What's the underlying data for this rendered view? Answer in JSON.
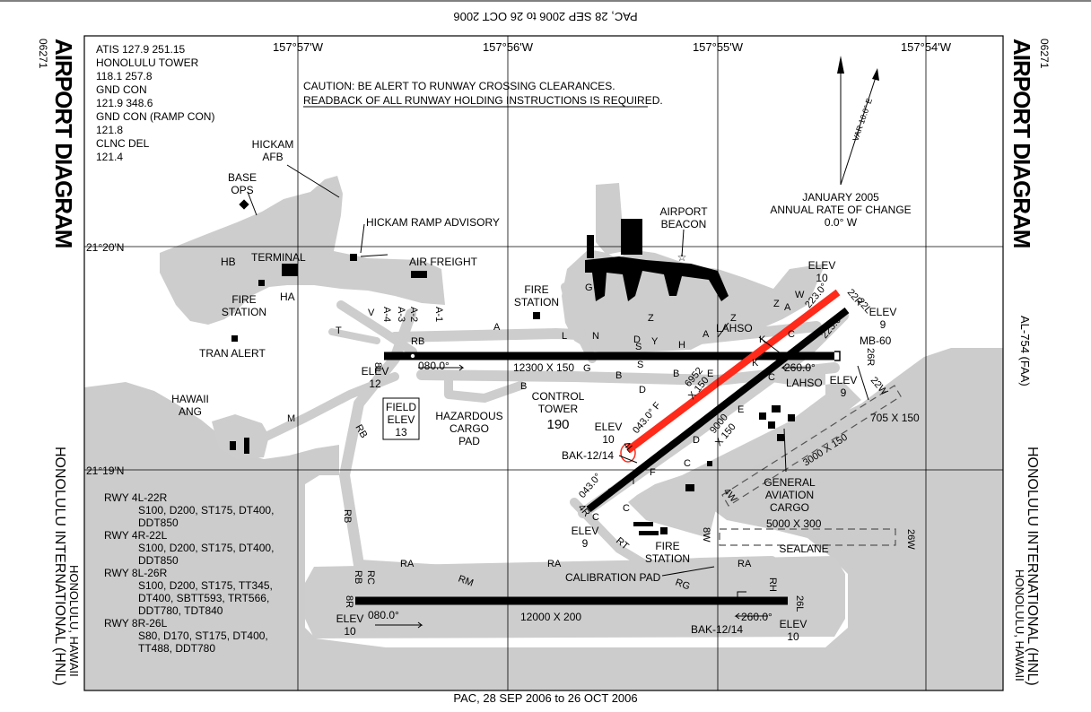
{
  "header": {
    "top_inverted": "PAC, 28 SEP 2006 to 26 OCT 2006",
    "bottom": "PAC, 28 SEP 2006 to 26 OCT 2006",
    "side_title": "AIRPORT DIAGRAM",
    "side_code": "06271",
    "right_code": "AL-754 (FAA)",
    "side_airport": "HONOLULU INTERNATIONAL (HNL)",
    "side_city": "HONOLULU, HAWAII"
  },
  "frequencies": [
    "ATIS 127.9 251.15",
    "HONOLULU TOWER",
    "118.1 257.8",
    "GND CON",
    "121.9 348.6",
    "GND CON (RAMP CON)",
    "121.8",
    "CLNC DEL",
    "121.4"
  ],
  "caution": {
    "line1": "CAUTION: BE ALERT TO RUNWAY CROSSING CLEARANCES.",
    "line2": "READBACK OF ALL RUNWAY HOLDING INSTRUCTIONS IS REQUIRED."
  },
  "longitudes": [
    "157°57'W",
    "157°56'W",
    "157°55'W",
    "157°54'W"
  ],
  "latitudes": [
    "21°20'N",
    "21°19'N"
  ],
  "variation": {
    "var": "VAR 10.0° E",
    "date": "JANUARY 2005",
    "rate_label": "ANNUAL RATE OF CHANGE",
    "rate": "0.0° W"
  },
  "field_elev": {
    "l1": "FIELD",
    "l2": "ELEV",
    "l3": "13"
  },
  "control_tower": {
    "l1": "CONTROL",
    "l2": "TOWER",
    "l3": "190"
  },
  "labels": {
    "hickam": "HICKAM",
    "afb": "AFB",
    "base": "BASE",
    "ops": "OPS",
    "hickam_ramp": "HICKAM RAMP ADVISORY",
    "terminal": "TERMINAL",
    "air_freight": "AIR FREIGHT",
    "hb": "HB",
    "ha": "HA",
    "fire": "FIRE",
    "station": "STATION",
    "tran_alert": "TRAN ALERT",
    "hawaii": "HAWAII",
    "ang": "ANG",
    "airport": "AIRPORT",
    "beacon": "BEACON",
    "hazardous": "HAZARDOUS",
    "cargo": "CARGO",
    "pad": "PAD",
    "lahso": "LAHSO",
    "mb60": "MB-60",
    "general": "GENERAL",
    "aviation": "AVIATION",
    "sealane": "SEALANE",
    "calibration_pad": "CALIBRATION PAD",
    "bak": "BAK-12/14"
  },
  "runways": {
    "r8l": "8L",
    "r26r": "26R",
    "r8r": "8R",
    "r26l": "26L",
    "r4l": "4L",
    "r22r": "22R",
    "r4r": "4R",
    "r22l": "22L",
    "r4w": "4W",
    "r22w": "22W",
    "r8w": "8W",
    "r26w": "26W",
    "dim_8l": "12300 X 150",
    "dim_8r": "12000 X 200",
    "dim_4l_a": "6952",
    "dim_4l_b": "X 150",
    "dim_4r_a": "9000",
    "dim_4r_b": "X 150",
    "dim_26r": "705 X 150",
    "dim_4w": "3000 X 150",
    "dim_8w": "5000 X 300",
    "hdg_080": "080.0°",
    "hdg_260": "260.0°",
    "hdg_043": "043.0°",
    "hdg_043f": "043.0° F",
    "hdg_223": "223.0°"
  },
  "elevations": {
    "elev": "ELEV",
    "v10": "10",
    "v9": "9",
    "v12": "12"
  },
  "taxiways": {
    "a": "A",
    "a1": "A-1",
    "a2": "A-2",
    "a3": "A-3",
    "a4": "A-4",
    "b": "B",
    "c": "C",
    "d": "D",
    "e": "E",
    "f": "F",
    "g": "G",
    "h": "H",
    "k": "K",
    "l": "L",
    "m": "M",
    "n": "N",
    "rb": "RB",
    "rc": "RC",
    "ra": "RA",
    "rm": "RM",
    "rg": "RG",
    "rh": "RH",
    "rt": "RT",
    "s": "S",
    "t": "T",
    "v": "V",
    "w": "W",
    "y": "Y",
    "z": "Z"
  },
  "runway_data": [
    {
      "rwy": "RWY 4L-22R",
      "l1": "S100, D200, ST175, DT400,",
      "l2": "DDT850",
      "l3": ""
    },
    {
      "rwy": "RWY 4R-22L",
      "l1": "S100, D200, ST175, DT400,",
      "l2": "DDT850",
      "l3": ""
    },
    {
      "rwy": "RWY 8L-26R",
      "l1": "S100, D200, ST175, TT345,",
      "l2": "DT400, SBTT593, TRT566,",
      "l3": "DDT780, TDT840"
    },
    {
      "rwy": "RWY 8R-26L",
      "l1": "S80, D170, ST175, DT400,",
      "l2": "TT488, DDT780",
      "l3": ""
    }
  ],
  "colors": {
    "water": "#cccccc",
    "pavement": "#cdcdcd",
    "runway": "#000000",
    "closed_runway": "#ff2a1a"
  }
}
